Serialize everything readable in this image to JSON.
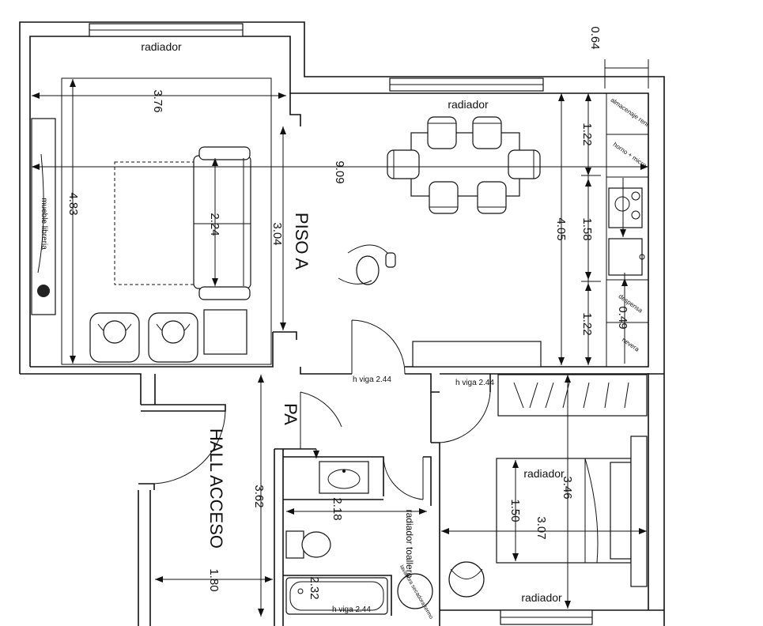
{
  "plan_labels": {
    "room_main": "PISO A",
    "room_pa": "PA",
    "room_hall": "HALL ACCESO",
    "hall_width": "1.80",
    "furniture_bookshelf": "mueble libreria",
    "radiator_living": "radiador",
    "radiator_dining": "radiador",
    "radiator_bedroom_top": "radiador",
    "radiator_bedroom_bottom": "radiador",
    "radiator_towel": "radiador toallero",
    "beam_1": "h viga 2.44",
    "beam_2": "h viga 2.44",
    "beam_3": "h viga 2.44",
    "storage": "almacenaje rent",
    "oven": "horno + micro",
    "pantry": "despensa",
    "fridge": "nevera",
    "boiler": "lavadora secadora termo"
  },
  "dimensions": {
    "d_0_64": "0.64",
    "d_3_76": "3.76",
    "d_9_09": "9.09",
    "d_4_83": "4.83",
    "d_2_24": "2.24",
    "d_3_04": "3.04",
    "d_1_22_top": "1.22",
    "d_1_58": "1.58",
    "d_1_22_bottom": "1.22",
    "d_4_05": "4.05",
    "d_0_49": "0.49",
    "d_3_62": "3.62",
    "d_2_18": "2.18",
    "d_2_32": "2.32",
    "d_3_46": "3.46",
    "d_1_50": "1.50",
    "d_3_07": "3.07"
  }
}
